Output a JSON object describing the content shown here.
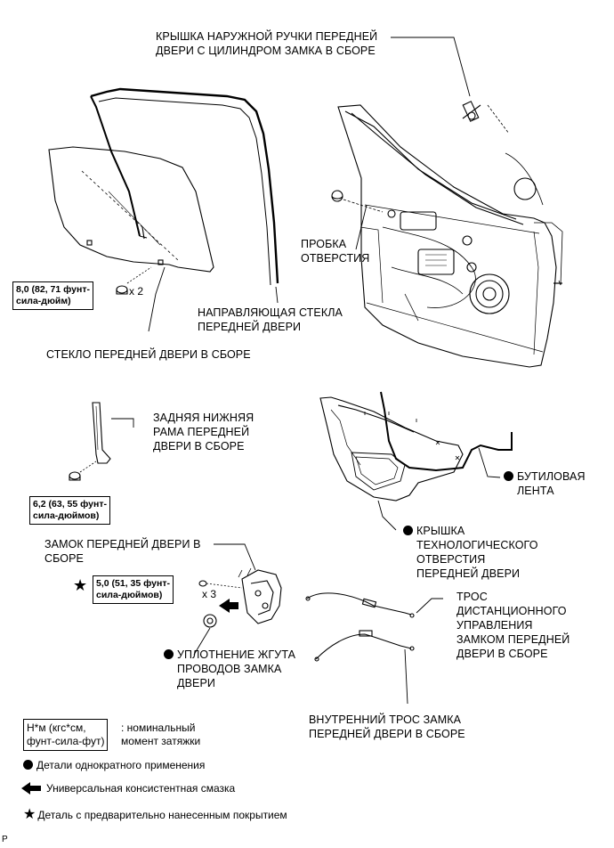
{
  "labels": {
    "handle_cover": [
      "КРЫШКА НАРУЖНОЙ РУЧКИ ПЕРЕДНЕЙ",
      "ДВЕРИ С ЦИЛИНДРОМ ЗАМКА В СБОРЕ"
    ],
    "hole_plug": [
      "ПРОБКА",
      "ОТВЕРСТИЯ"
    ],
    "glass_run": [
      "НАПРАВЛЯЮЩАЯ СТЕКЛА",
      "ПЕРЕДНЕЙ ДВЕРИ"
    ],
    "door_glass": "СТЕКЛО ПЕРЕДНЕЙ ДВЕРИ В СБОРЕ",
    "rear_frame": [
      "ЗАДНЯЯ НИЖНЯЯ",
      "РАМА ПЕРЕДНЕЙ",
      "ДВЕРИ В СБОРЕ"
    ],
    "butyl_tape": [
      "БУТИЛОВАЯ",
      "ЛЕНТА"
    ],
    "service_cover": [
      "КРЫШКА",
      "ТЕХНОЛОГИЧЕСКОГО",
      "ОТВЕРСТИЯ",
      "ПЕРЕДНЕЙ ДВЕРИ"
    ],
    "door_lock": [
      "ЗАМОК ПЕРЕДНЕЙ ДВЕРИ В",
      "СБОРЕ"
    ],
    "remote_cable": [
      "ТРОС",
      "ДИСТАНЦИОННОГО",
      "УПРАВЛЕНИЯ",
      "ЗАМКОМ ПЕРЕДНЕЙ",
      "ДВЕРИ В СБОРЕ"
    ],
    "harness_seal": [
      "УПЛОТНЕНИЕ ЖГУТА",
      "ПРОВОДОВ ЗАМКА",
      "ДВЕРИ"
    ],
    "inside_cable": [
      "ВНУТРЕННИЙ ТРОС ЗАМКА",
      "ПЕРЕДНЕЙ ДВЕРИ В СБОРЕ"
    ]
  },
  "torques": {
    "glass": [
      "8,0 (82, 71 фунт-",
      "сила-дюйм)"
    ],
    "frame": [
      "6,2 (63, 55 фунт-",
      "сила-дюймов)"
    ],
    "lock": [
      "5,0 (51, 35 фунт-",
      "сила-дюймов)"
    ]
  },
  "multipliers": {
    "glass": "x 2",
    "lock": "x 3"
  },
  "legend": {
    "torque_box": [
      "Н*м (кгс*см,",
      "фунт-сила-фут)"
    ],
    "torque_desc": [
      ": номинальный",
      "момент затяжки"
    ],
    "non_reusable": "Детали однократного применения",
    "grease": "Универсальная консистентная смазка",
    "precoated": "Деталь с предварительно нанесенным покрытием"
  },
  "footer_mark": "P",
  "icons": [
    "filled-circle-icon",
    "arrow-left-icon",
    "star-icon"
  ]
}
